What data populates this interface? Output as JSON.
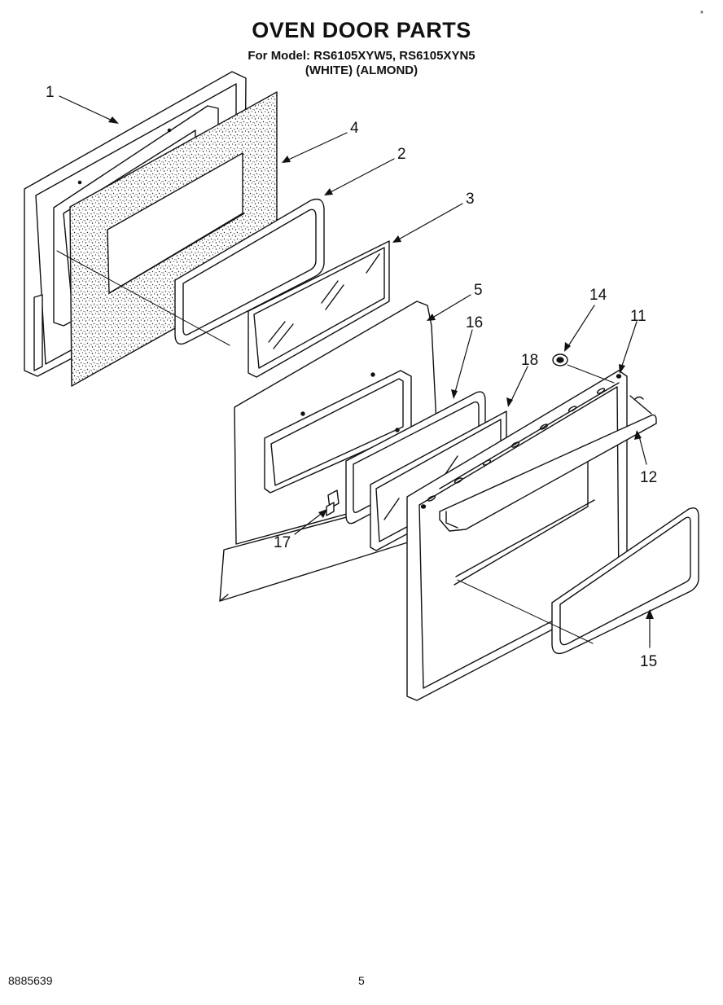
{
  "header": {
    "title": "OVEN DOOR PARTS",
    "models": "For Model: RS6105XYW5, RS6105XYN5",
    "colors": "(WHITE)    (ALMOND)"
  },
  "corner_mark": "*",
  "footer": {
    "doc_number": "8885639",
    "page_number": "5"
  },
  "callouts": [
    "1",
    "4",
    "2",
    "3",
    "5",
    "16",
    "18",
    "14",
    "11",
    "12",
    "17",
    "15"
  ],
  "colors": {
    "line": "#111111",
    "insulation": "#d9d9d9",
    "panel": "#ffffff"
  }
}
